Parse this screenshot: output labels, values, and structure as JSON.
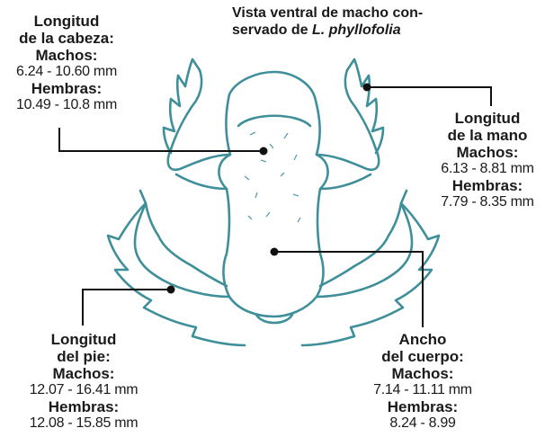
{
  "title": {
    "line1": "Vista ventral de macho con-",
    "line2_prefix": "servado de ",
    "line2_species": "L. phyllofolia"
  },
  "head_length": {
    "label_line1": "Longitud",
    "label_line2": "de la cabeza:",
    "males_label": "Machos:",
    "males_value": "6.24 - 10.60 mm",
    "females_label": "Hembras:",
    "females_value": "10.49 - 10.8 mm"
  },
  "hand_length": {
    "label_line1": "Longitud",
    "label_line2": "de la mano",
    "males_label": "Machos:",
    "males_value": "6.13 - 8.81 mm",
    "females_label": "Hembras:",
    "females_value": "7.79 - 8.35 mm"
  },
  "foot_length": {
    "label_line1": "Longitud",
    "label_line2": "del pie:",
    "males_label": "Machos:",
    "males_value": "12.07 - 16.41 mm",
    "females_label": "Hembras:",
    "females_value": "12.08 - 15.85 mm"
  },
  "body_width": {
    "label_line1": "Ancho",
    "label_line2": "del cuerpo:",
    "males_label": "Machos:",
    "males_value": "7.14 - 11.11 mm",
    "females_label": "Hembras:",
    "females_value": "8.24 - 8.99"
  },
  "colors": {
    "outline": "#3f8f9a",
    "leader": "#111111",
    "text": "#1a1a1a"
  }
}
